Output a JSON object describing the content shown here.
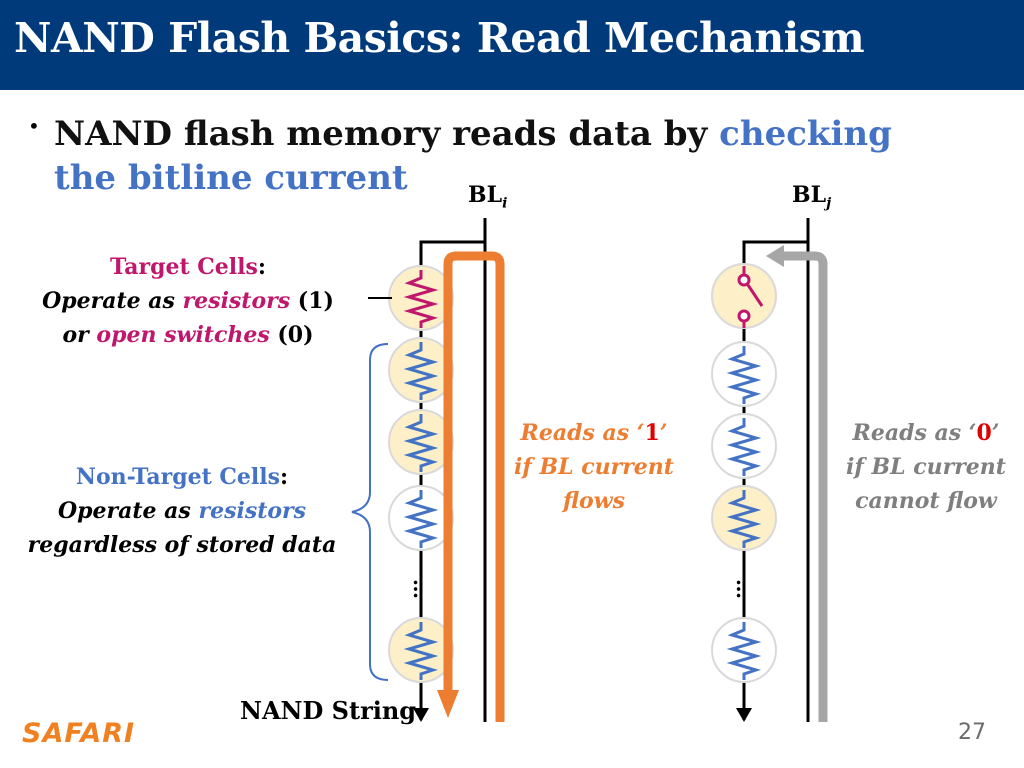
{
  "slide": {
    "title": "NAND Flash Basics: Read Mechanism",
    "bullet": {
      "prefix": "NAND flash memory reads data by ",
      "highlight": "checking the bitline current"
    },
    "page_number": "27",
    "logo_text": "SAFARI"
  },
  "diagram": {
    "bitline_left": {
      "label": "BL",
      "subscript": "i"
    },
    "bitline_right": {
      "label": "BL",
      "subscript": "j"
    },
    "nand_string_label": "NAND String",
    "ellipsis": "…",
    "target_cells": {
      "title": "Target Cells",
      "colon": ":",
      "line2_prefix": "Operate as ",
      "line2_highlight": "resistors",
      "line2_suffix": " (1)",
      "line3_prefix": "or ",
      "line3_highlight": "open switches",
      "line3_suffix": " (0)"
    },
    "non_target_cells": {
      "title": "Non-Target Cells",
      "colon": ":",
      "line2_prefix": "Operate as ",
      "line2_highlight": "resistors",
      "line3": "regardless of stored data"
    },
    "reads_one": {
      "line1_prefix": "Reads as ‘",
      "value": "1",
      "line1_suffix": "’",
      "line2": "if BL current",
      "line3": "flows"
    },
    "reads_zero": {
      "line1_prefix": "Reads as ‘",
      "value": "0",
      "line1_suffix": "’",
      "line2": "if BL current",
      "line3": "cannot flow"
    },
    "colors": {
      "title_bar": "#003a7a",
      "blue": "#4472c4",
      "pink": "#c0176c",
      "orange": "#ed7d31",
      "gray": "#a6a6a6",
      "red": "#e00000",
      "cell_fill": "#fdf0c8",
      "safari": "#f08020"
    }
  }
}
